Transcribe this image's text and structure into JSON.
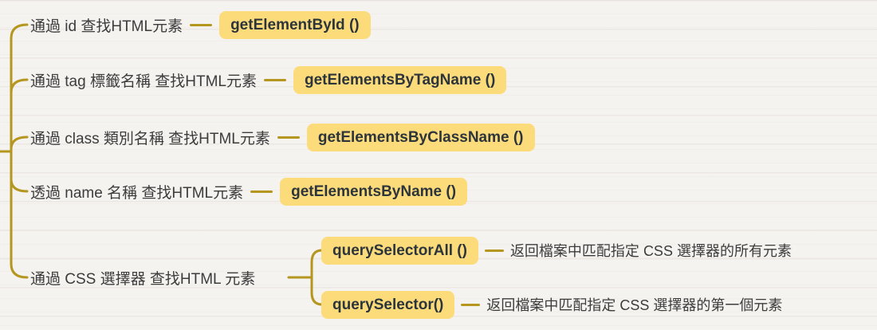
{
  "colors": {
    "background": "#f5f3f0",
    "branch_line": "#b5961e",
    "node_background": "#fcdb7a",
    "node_text": "#2c343c",
    "label_text": "#3c3c3c"
  },
  "tree": {
    "branches": [
      {
        "label": "通過 id 查找HTML元素",
        "node": "getElementById ()"
      },
      {
        "label": "通過 tag 標籤名稱 查找HTML元素",
        "node": "getElementsByTagName ()"
      },
      {
        "label": "通過 class 類別名稱 查找HTML元素",
        "node": "getElementsByClassName ()"
      },
      {
        "label": "透過 name 名稱 查找HTML元素",
        "node": "getElementsByName ()"
      },
      {
        "label": "通過 CSS 選擇器 查找HTML 元素",
        "children": [
          {
            "node": "querySelectorAll ()",
            "desc": "返回檔案中匹配指定 CSS 選擇器的所有元素"
          },
          {
            "node": "querySelector()",
            "desc": "返回檔案中匹配指定 CSS 選擇器的第一個元素"
          }
        ]
      }
    ]
  }
}
